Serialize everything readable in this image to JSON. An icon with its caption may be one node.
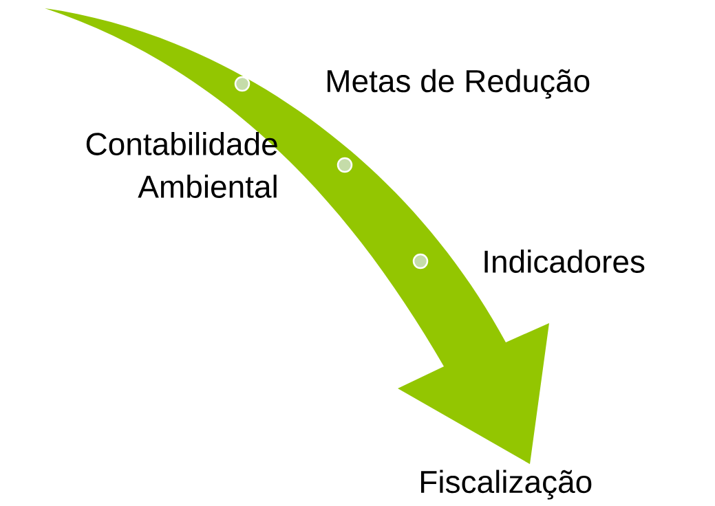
{
  "diagram": {
    "labels": [
      "Metas de Redução",
      "Contabilidade Ambiental",
      "Indicadores",
      "Fiscalização"
    ]
  }
}
